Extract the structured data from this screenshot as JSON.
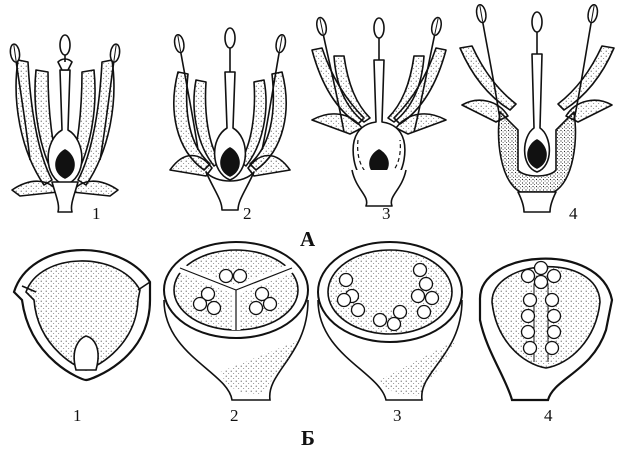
{
  "row_a": {
    "label": "А",
    "items": [
      {
        "number": "1",
        "ovary_position": "superior"
      },
      {
        "number": "2",
        "ovary_position": "superior-perigynous"
      },
      {
        "number": "3",
        "ovary_position": "semi-inferior"
      },
      {
        "number": "4",
        "ovary_position": "inferior"
      }
    ]
  },
  "row_b": {
    "label": "Б",
    "items": [
      {
        "number": "1",
        "placentation": "basal"
      },
      {
        "number": "2",
        "placentation": "axile"
      },
      {
        "number": "3",
        "placentation": "parietal"
      },
      {
        "number": "4",
        "placentation": "free-central"
      }
    ]
  },
  "colors": {
    "ink": "#111111",
    "paper": "#ffffff"
  }
}
